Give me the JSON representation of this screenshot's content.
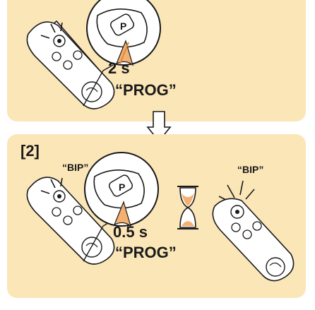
{
  "step1": {
    "duration": "2 s",
    "button_label": "“PROG”"
  },
  "step2": {
    "label": "[2]",
    "bip_left": "“BIP”",
    "bip_right": "“BIP”",
    "duration": "0.5 s",
    "button_label": "“PROG”"
  },
  "colors": {
    "panel": "#fbe6b8",
    "accent": "#f4b070",
    "line": "#1a1a1a"
  },
  "icons": [
    "remote-control-icon",
    "hourglass-icon",
    "down-arrow-icon",
    "finger-press-icon",
    "signal-rays-icon"
  ]
}
